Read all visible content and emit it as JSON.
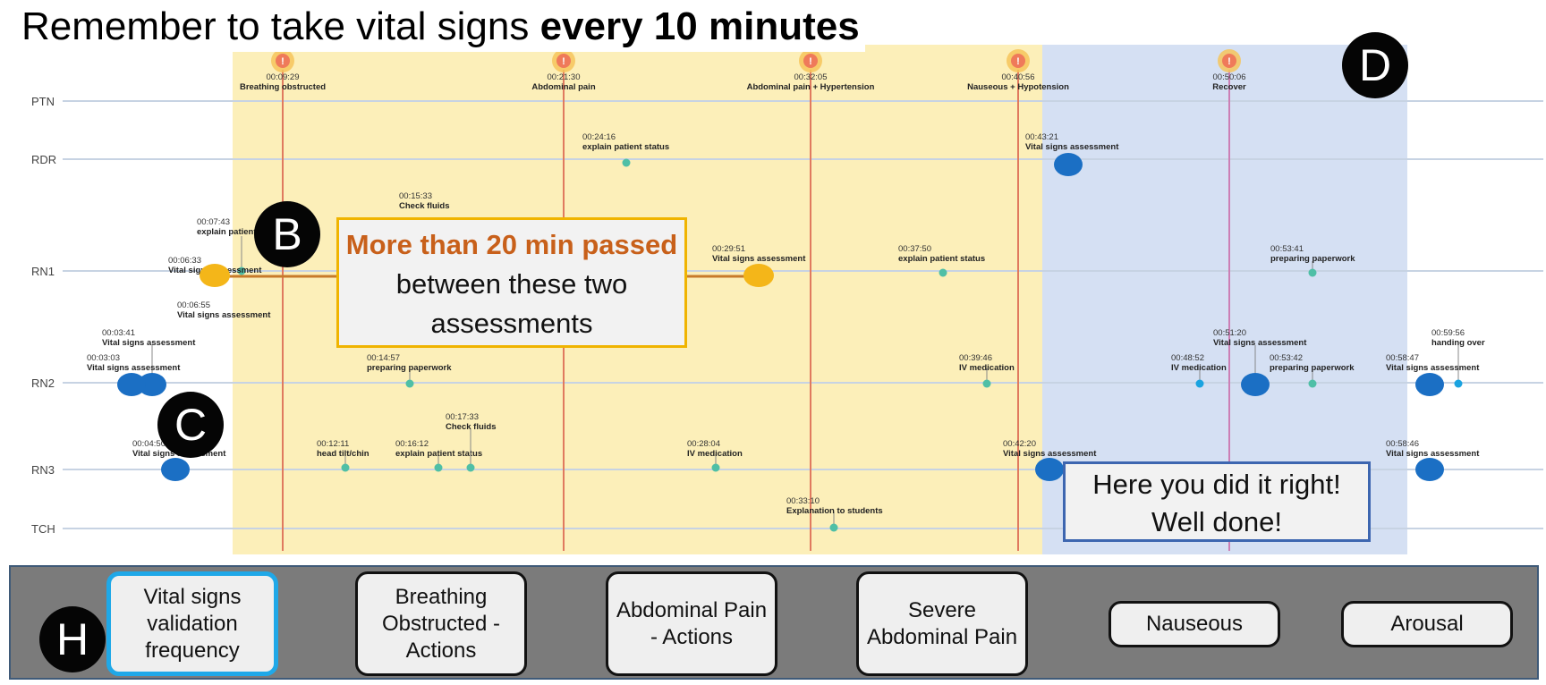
{
  "title": {
    "normal": "Remember to take vital signs",
    "bold": "every 10 minutes"
  },
  "lanes": [
    "PTN",
    "RDR",
    "RN1",
    "RN2",
    "RN3",
    "TCH"
  ],
  "phase_events": [
    {
      "time": "00:09:29",
      "label": "Breathing obstructed"
    },
    {
      "time": "00:21:30",
      "label": "Abdominal pain"
    },
    {
      "time": "00:32:05",
      "label": "Abdominal pain + Hypertension"
    },
    {
      "time": "00:40:56",
      "label": "Nauseous + Hypotension"
    },
    {
      "time": "00:50:06",
      "label": "Recover"
    }
  ],
  "events": [
    {
      "time": "00:24:16",
      "label": "explain patient status"
    },
    {
      "time": "00:43:21",
      "label": "Vital signs assessment"
    },
    {
      "time": "00:15:33",
      "label": "Check fluids"
    },
    {
      "time": "00:07:43",
      "label": "explain patient status"
    },
    {
      "time": "00:06:33",
      "label": "Vital signs assessment"
    },
    {
      "time": "00:06:55",
      "label": "Vital signs assessment"
    },
    {
      "time": "00:29:51",
      "label": "Vital signs assessment"
    },
    {
      "time": "00:37:50",
      "label": "explain patient status"
    },
    {
      "time": "00:53:41",
      "label": "preparing paperwork"
    },
    {
      "time": "00:03:41",
      "label": "Vital signs assessment"
    },
    {
      "time": "00:03:03",
      "label": "Vital signs assessment"
    },
    {
      "time": "00:14:57",
      "label": "preparing paperwork"
    },
    {
      "time": "00:39:46",
      "label": "IV medication"
    },
    {
      "time": "00:51:20",
      "label": "Vital signs assessment"
    },
    {
      "time": "00:48:52",
      "label": "IV medication"
    },
    {
      "time": "00:53:42",
      "label": "preparing paperwork"
    },
    {
      "time": "00:59:56",
      "label": "handing over"
    },
    {
      "time": "00:58:47",
      "label": "Vital signs assessment"
    },
    {
      "time": "00:04:50",
      "label": "Vital signs assessment"
    },
    {
      "time": "00:12:11",
      "label": "head tilt/chin"
    },
    {
      "time": "00:16:12",
      "label": "explain patient status"
    },
    {
      "time": "00:17:33",
      "label": "Check fluids"
    },
    {
      "time": "00:28:04",
      "label": "IV medication"
    },
    {
      "time": "00:42:20",
      "label": "Vital signs assessment"
    },
    {
      "time": "00:58:46",
      "label": "Vital signs assessment"
    },
    {
      "time": "00:33:10",
      "label": "Explanation to students"
    }
  ],
  "callout_b": {
    "highlight": "More than 20 min passed",
    "rest": "between these two assessments"
  },
  "callout_d": {
    "text": "Here you did it right! Well done!"
  },
  "badges": {
    "b": "B",
    "c": "C",
    "d": "D",
    "h": "H"
  },
  "actions": [
    {
      "label": "Vital signs validation frequency",
      "selected": true
    },
    {
      "label": "Breathing Obstructed - Actions",
      "selected": false
    },
    {
      "label": "Abdominal Pain - Actions",
      "selected": false
    },
    {
      "label": "Severe Abdominal Pain",
      "selected": false
    },
    {
      "label": "Nauseous",
      "selected": false
    },
    {
      "label": "Arousal",
      "selected": false
    }
  ],
  "colors": {
    "yellow_band": "#fcefb9",
    "blue_band": "#d5e0f3",
    "phase_line": "#e07a5f",
    "lane_line": "#c7d3e3",
    "blue_dot": "#1b6fc4",
    "yellow_dot": "#f4b619",
    "teal_dot": "#4fbfa6",
    "callout_b_border": "#f0b400",
    "callout_d_border": "#3d66b0",
    "selected_border": "#1fa8e8"
  }
}
